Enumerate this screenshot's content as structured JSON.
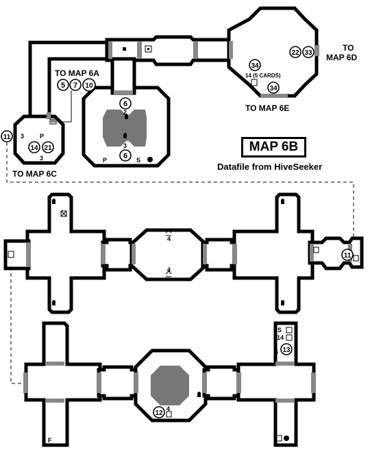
{
  "map": {
    "title": "MAP 6B",
    "credit": "Datafile from HiveSeeker"
  },
  "exits": {
    "to_6a": "TO MAP 6A",
    "to_6c": "TO MAP 6C",
    "to_6d_line1": "TO",
    "to_6d_line2": "MAP 6D",
    "to_6e": "TO MAP 6E"
  },
  "markers": {
    "m5": "5",
    "m7": "7",
    "m10": "10",
    "m11_top": "11",
    "m11_right": "11",
    "m14_left": "14",
    "m21": "21",
    "m6_top": "6",
    "m6_bottom": "6",
    "m34_top": "34",
    "m34_bottom": "34",
    "m22": "22",
    "m33": "33",
    "m12": "12",
    "m13": "13"
  },
  "labels": {
    "left_room_3a": "3",
    "left_room_p": "P",
    "left_room_3b": "3",
    "center_room_2": "2",
    "center_room_3": "3",
    "center_room_p": "P",
    "center_room_s": "S",
    "oct_cards": "14 (5 CARDS)",
    "mid_4_top": "4",
    "mid_4_bottom": "4",
    "bot_4": "4",
    "bot_f": "F",
    "right_s1": "S",
    "right_14": "14",
    "right_s2": "S"
  },
  "colors": {
    "wall": "#000000",
    "floor": "#ffffff",
    "door": "#888888",
    "pillar": "#777777"
  }
}
